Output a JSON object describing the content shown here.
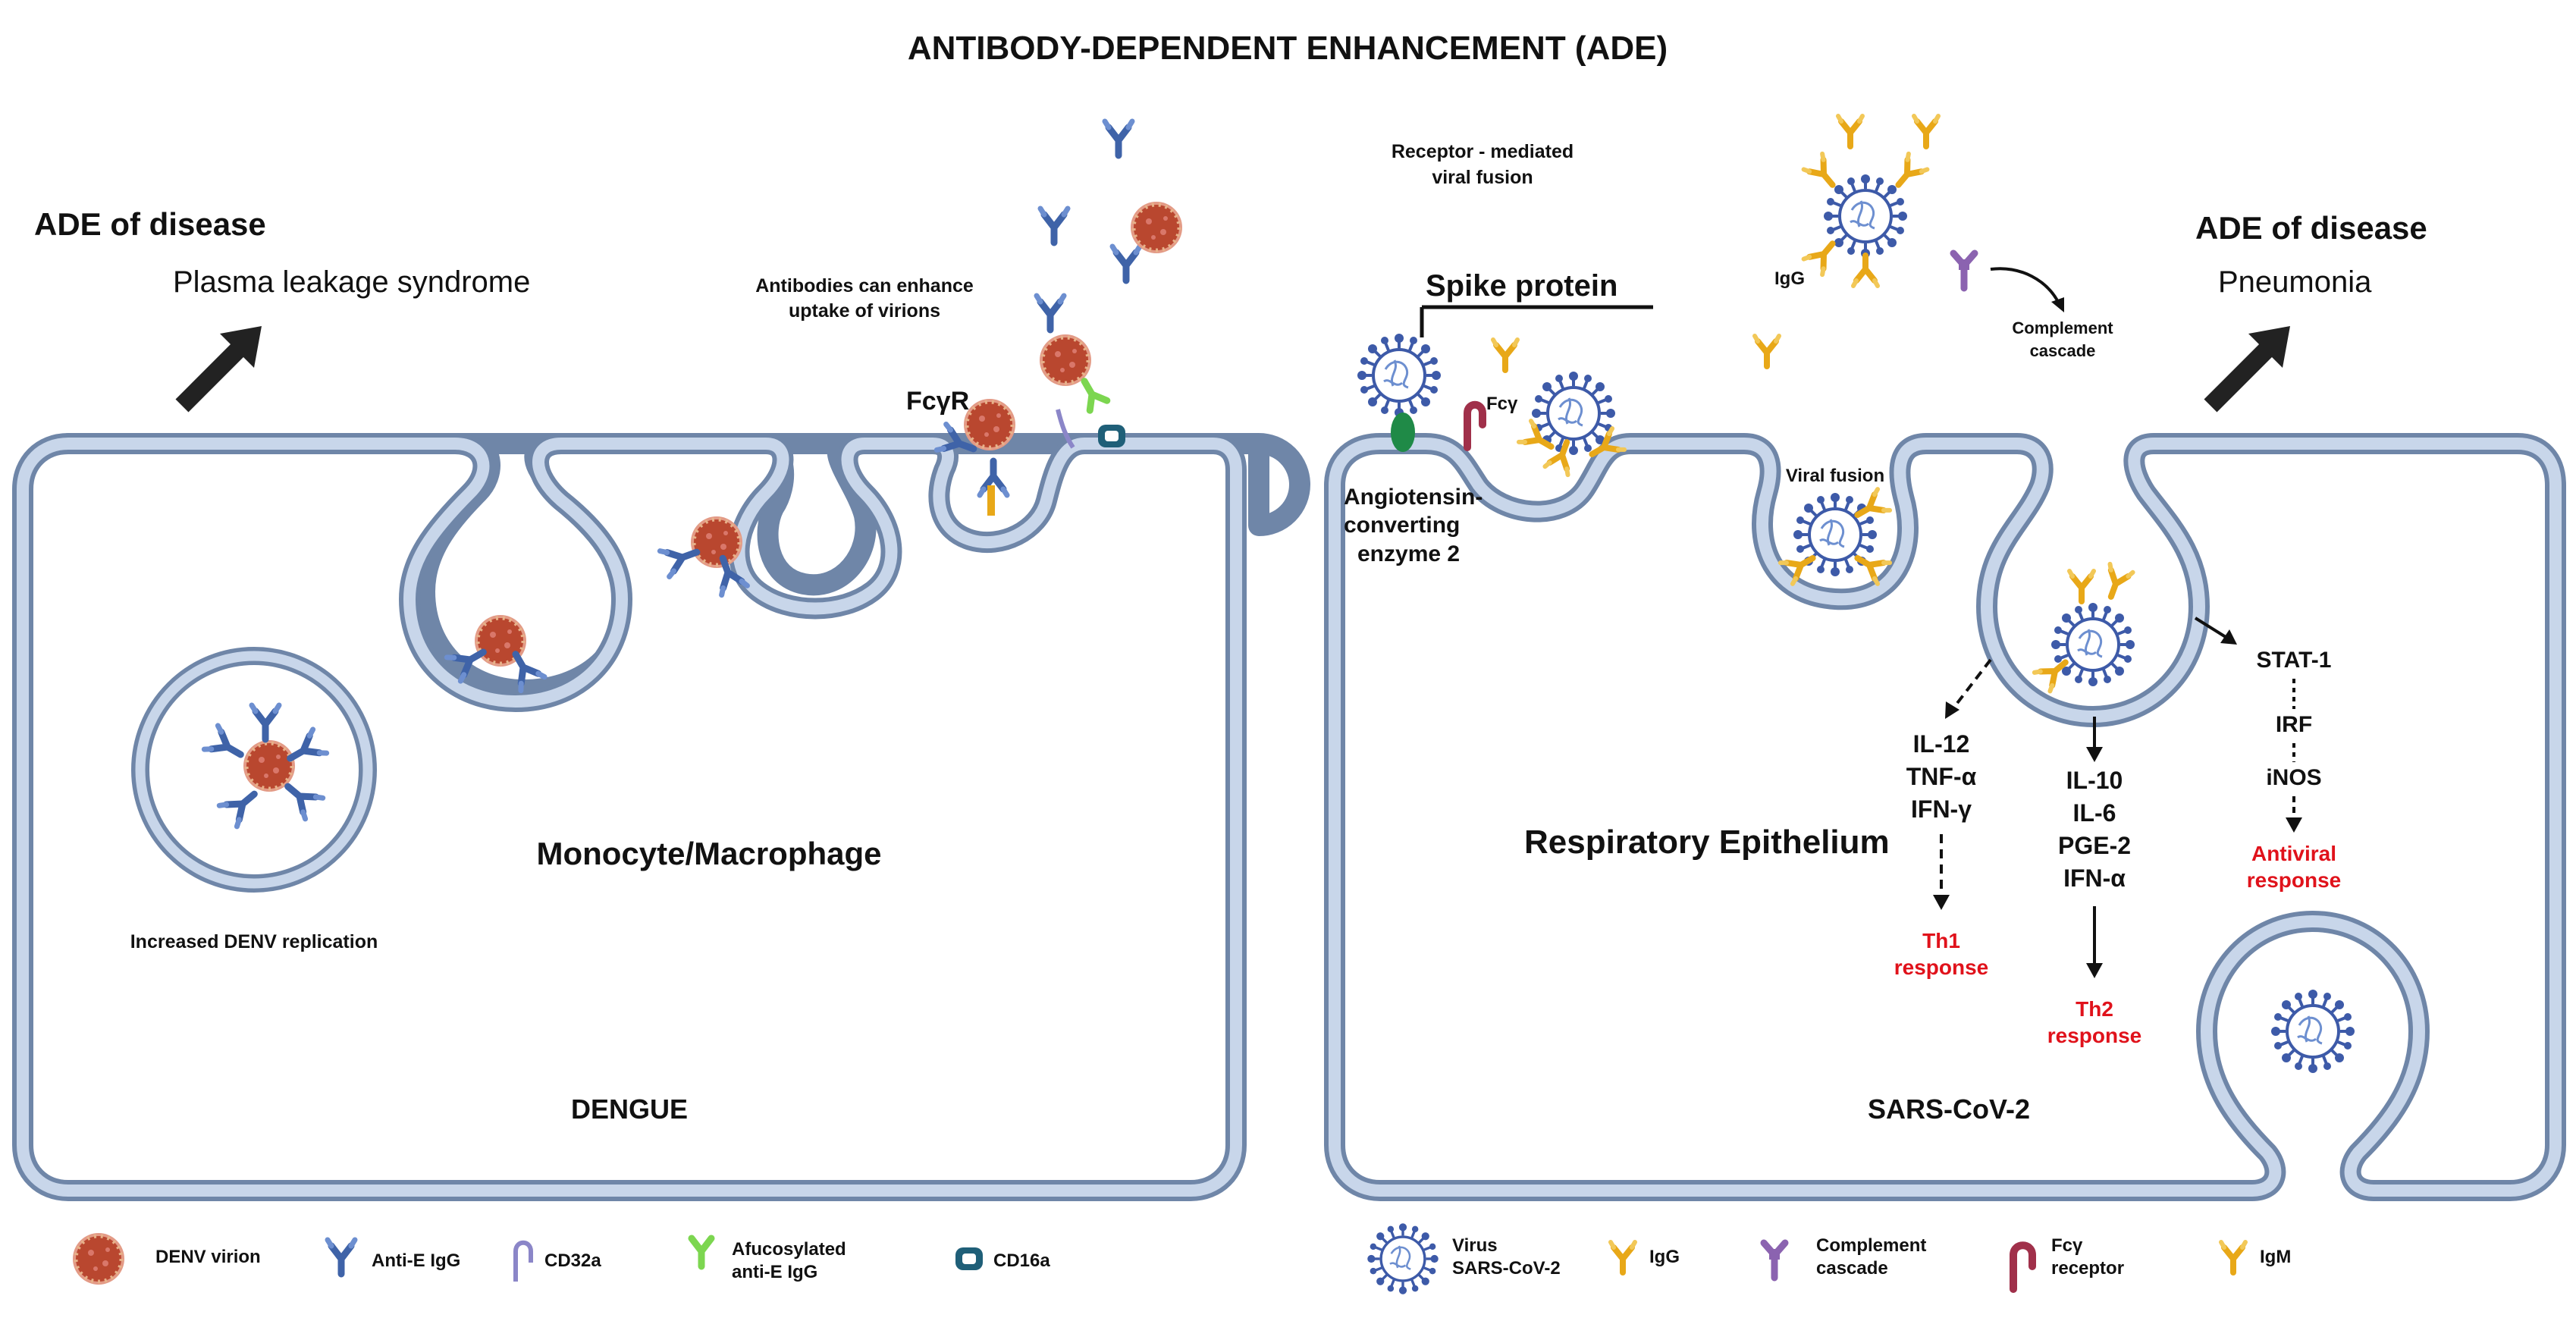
{
  "title": "ANTIBODY-DEPENDENT ENHANCEMENT (ADE)",
  "dengue": {
    "ade_heading": "ADE of disease",
    "ade_outcome": "Plasma leakage syndrome",
    "enhance_note_1": "Antibodies can enhance",
    "enhance_note_2": "uptake of virions",
    "receptor_label": "FcγR",
    "replication_label": "Increased DENV replication",
    "cell_label": "Monocyte/Macrophage",
    "disease_label": "DENGUE"
  },
  "sars": {
    "fusion_note_1": "Receptor - mediated",
    "fusion_note_2": "viral fusion",
    "spike_label": "Spike protein",
    "fcy_label": "Fcγ",
    "ace2_line1": "Angiotensin-",
    "ace2_line2": "converting",
    "ace2_line3": "enzyme 2",
    "igg_label": "IgG",
    "complement_line1": "Complement",
    "complement_line2": "cascade",
    "viral_fusion_label": "Viral fusion",
    "ade_heading": "ADE of disease",
    "ade_outcome": "Pneumonia",
    "cytokines_th1": [
      "IL-12",
      "TNF-α",
      "IFN-γ"
    ],
    "th1_line1": "Th1",
    "th1_line2": "response",
    "cytokines_th2": [
      "IL-10",
      "IL-6",
      "PGE-2",
      "IFN-α"
    ],
    "th2_line1": "Th2",
    "th2_line2": "response",
    "antiviral_path": [
      "STAT-1",
      "IRF",
      "iNOS"
    ],
    "antiviral_line1": "Antiviral",
    "antiviral_line2": "response",
    "cell_label": "Respiratory Epithelium",
    "disease_label": "SARS-CoV-2"
  },
  "legend_left": {
    "denv_virion": "DENV virion",
    "anti_e_igg": "Anti-E IgG",
    "cd32a": "CD32a",
    "afuco_line1": "Afucosylated",
    "afuco_line2": "anti-E IgG",
    "cd16a": "CD16a"
  },
  "legend_right": {
    "virus_line1": "Virus",
    "virus_line2": "SARS-CoV-2",
    "igg": "IgG",
    "complement_line1": "Complement",
    "complement_line2": "cascade",
    "fcy_line1": "Fcγ",
    "fcy_line2": "receptor",
    "igm": "IgM"
  },
  "colors": {
    "membrane": "#6f86a8",
    "denv_virion": "#b9472f",
    "anti_e_igg": "#3f63a8",
    "sars_virus": "#3d5aa8",
    "igg_gold": "#e8a818",
    "complement": "#8b63b0",
    "fcy_receptor": "#a0304a",
    "ace2": "#1f8a47",
    "afucosylated": "#7cd650",
    "cd16a": "#1f5f78",
    "response_red": "#e0121b"
  }
}
